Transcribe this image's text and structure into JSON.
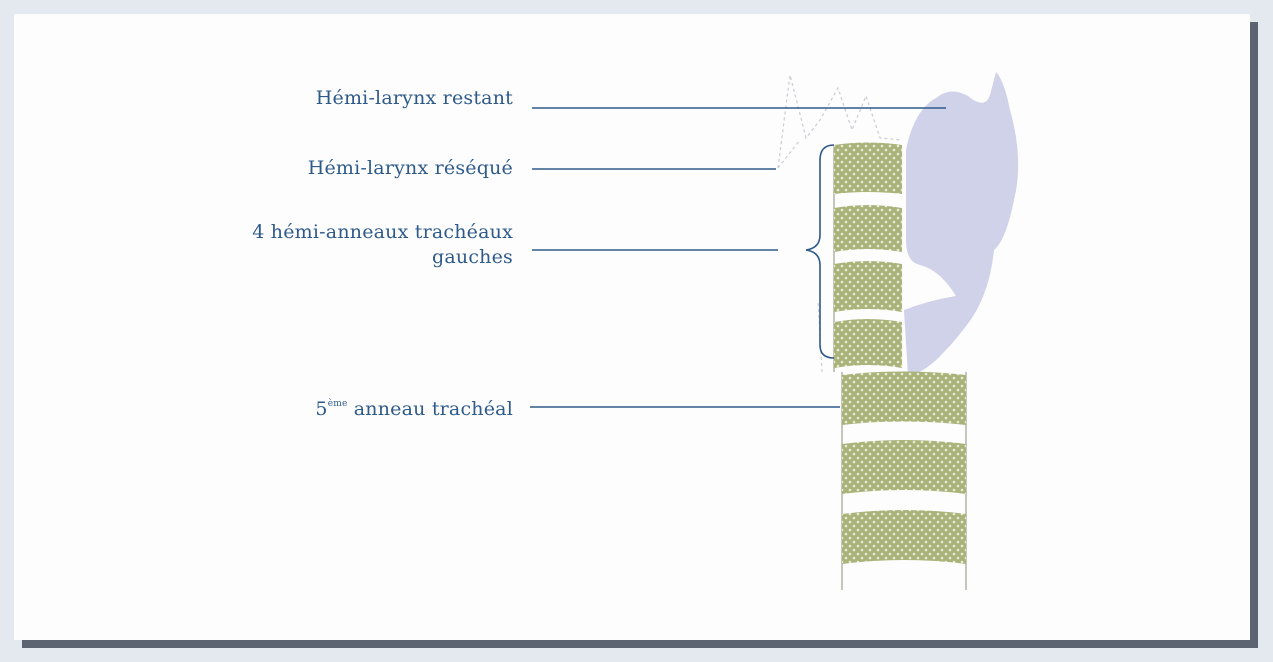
{
  "labels": {
    "remaining_hemilarynx": "Hémi-larynx restant",
    "resected_hemilarynx": "Hémi-larynx réséqué",
    "tracheal_rings_line1": "4 hémi-anneaux trachéaux",
    "tracheal_rings_line2": "gauches",
    "fifth_ring_number": "5",
    "fifth_ring_sup": "ème",
    "fifth_ring_text": "anneau trachéal"
  },
  "colors": {
    "label_text": "#2e5a8a",
    "leader_line": "#2e5a8a",
    "remaining_larynx_fill": "#cfd2e8",
    "cartilage_fill": "#aab37a",
    "cartilage_dots": "#e8ead8",
    "resected_outline": "#c9ccd3",
    "panel_background": "#fdfdfd",
    "frame_background": "#e4e8ef"
  }
}
